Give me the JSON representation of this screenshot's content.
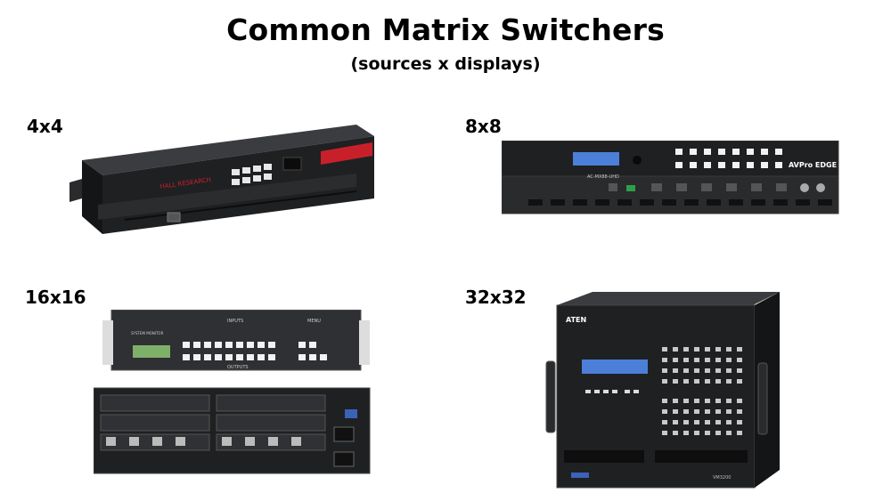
{
  "slide": {
    "title": "Common Matrix Switchers",
    "subtitle": "(sources x displays)"
  },
  "products": [
    {
      "label": "4x4",
      "brand_text": "HALL RESEARCH"
    },
    {
      "label": "8x8",
      "brand_text": "AVPro EDGE",
      "model_text": "AC-MX88-UHD"
    },
    {
      "label": "16x16",
      "panel_labels": [
        "INPUTS",
        "MENU",
        "OUTPUTS",
        "SYSTEM MONITOR"
      ]
    },
    {
      "label": "32x32",
      "brand_text": "ATEN",
      "model_text": "VM3200"
    }
  ],
  "colors": {
    "chassis_dark": "#1f2022",
    "chassis_mid": "#2e3033",
    "accent_red": "#c8202a",
    "lcd_blue": "#4c7fd8",
    "lcd_green": "#7fb069",
    "button_white": "#f2f2f2"
  }
}
